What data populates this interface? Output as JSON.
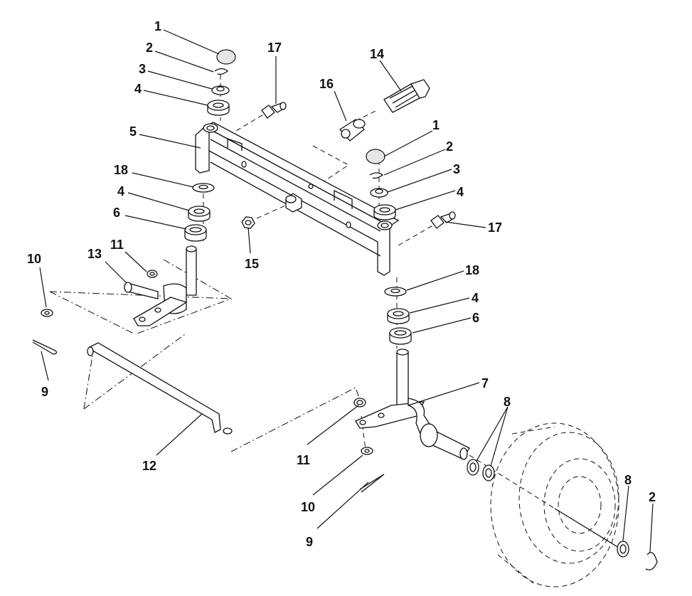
{
  "callouts": [
    {
      "id": "c1a",
      "label": "1"
    },
    {
      "id": "c2a",
      "label": "2"
    },
    {
      "id": "c3a",
      "label": "3"
    },
    {
      "id": "c4a",
      "label": "4"
    },
    {
      "id": "c5",
      "label": "5"
    },
    {
      "id": "c18a",
      "label": "18"
    },
    {
      "id": "c4b",
      "label": "4"
    },
    {
      "id": "c6a",
      "label": "6"
    },
    {
      "id": "c10a",
      "label": "10"
    },
    {
      "id": "c13",
      "label": "13"
    },
    {
      "id": "c11a",
      "label": "11"
    },
    {
      "id": "c9a",
      "label": "9"
    },
    {
      "id": "c17a",
      "label": "17"
    },
    {
      "id": "c16",
      "label": "16"
    },
    {
      "id": "c14",
      "label": "14"
    },
    {
      "id": "c1b",
      "label": "1"
    },
    {
      "id": "c2b",
      "label": "2"
    },
    {
      "id": "c3b",
      "label": "3"
    },
    {
      "id": "c4c",
      "label": "4"
    },
    {
      "id": "c17b",
      "label": "17"
    },
    {
      "id": "c15",
      "label": "15"
    },
    {
      "id": "c18b",
      "label": "18"
    },
    {
      "id": "c4d",
      "label": "4"
    },
    {
      "id": "c6b",
      "label": "6"
    },
    {
      "id": "c7",
      "label": "7"
    },
    {
      "id": "c8a",
      "label": "8"
    },
    {
      "id": "c12",
      "label": "12"
    },
    {
      "id": "c11b",
      "label": "11"
    },
    {
      "id": "c10b",
      "label": "10"
    },
    {
      "id": "c9b",
      "label": "9"
    },
    {
      "id": "c8b",
      "label": "8"
    },
    {
      "id": "c2c",
      "label": "2"
    }
  ]
}
